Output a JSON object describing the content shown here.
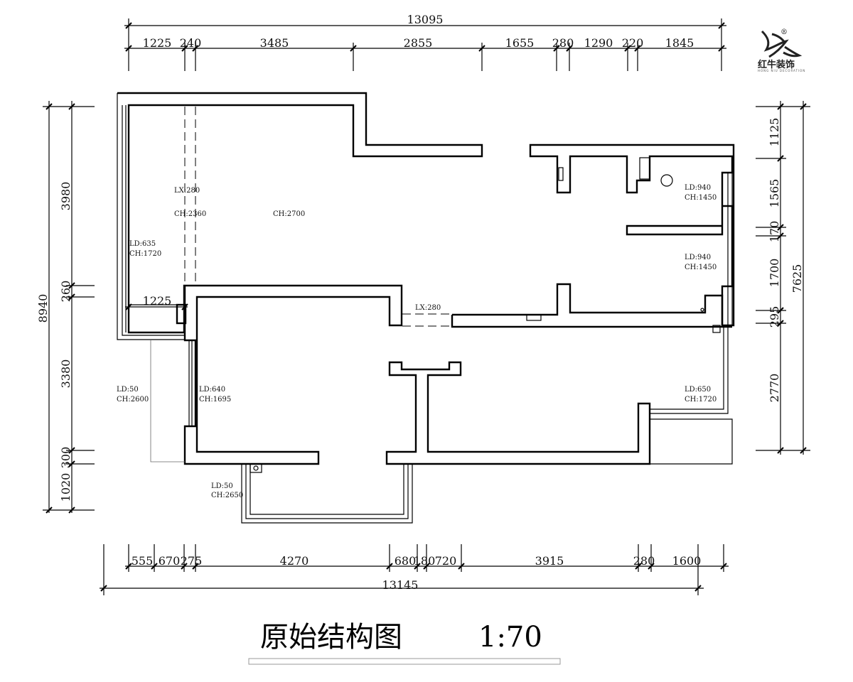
{
  "brand": {
    "name": "红牛装饰",
    "tagline": "HONG NIU DECORATION",
    "registered": "®"
  },
  "title": {
    "name": "原始结构图",
    "scale": "1:70"
  },
  "top_dimensions": {
    "total": "13095",
    "segments": [
      "1225",
      "240",
      "3485",
      "2855",
      "1655",
      "280",
      "1290",
      "220",
      "1845"
    ]
  },
  "bottom_dimensions": {
    "total": "13145",
    "segments": [
      "555",
      "670",
      "275",
      "4270",
      "680",
      "180",
      "720",
      "3915",
      "280",
      "1600"
    ]
  },
  "left_dimensions": {
    "total": "8940",
    "segments": [
      "3980",
      "260",
      "3380",
      "300",
      "1020"
    ]
  },
  "right_dimensions": {
    "total": "7625",
    "segments": [
      "1125",
      "1565",
      "170",
      "1700",
      "295",
      "2770"
    ]
  },
  "inner_dimension": "1225",
  "annotations": [
    "LX:280",
    "CH:2360",
    "CH:2700",
    "LD:635",
    "CH:1720",
    "LD:940",
    "CH:1450",
    "LD:940",
    "CH:1450",
    "LX:280",
    "LD:50",
    "CH:2600",
    "LD:640",
    "CH:1695",
    "LD:650",
    "CH:1720",
    "LD:50",
    "CH:2650"
  ]
}
